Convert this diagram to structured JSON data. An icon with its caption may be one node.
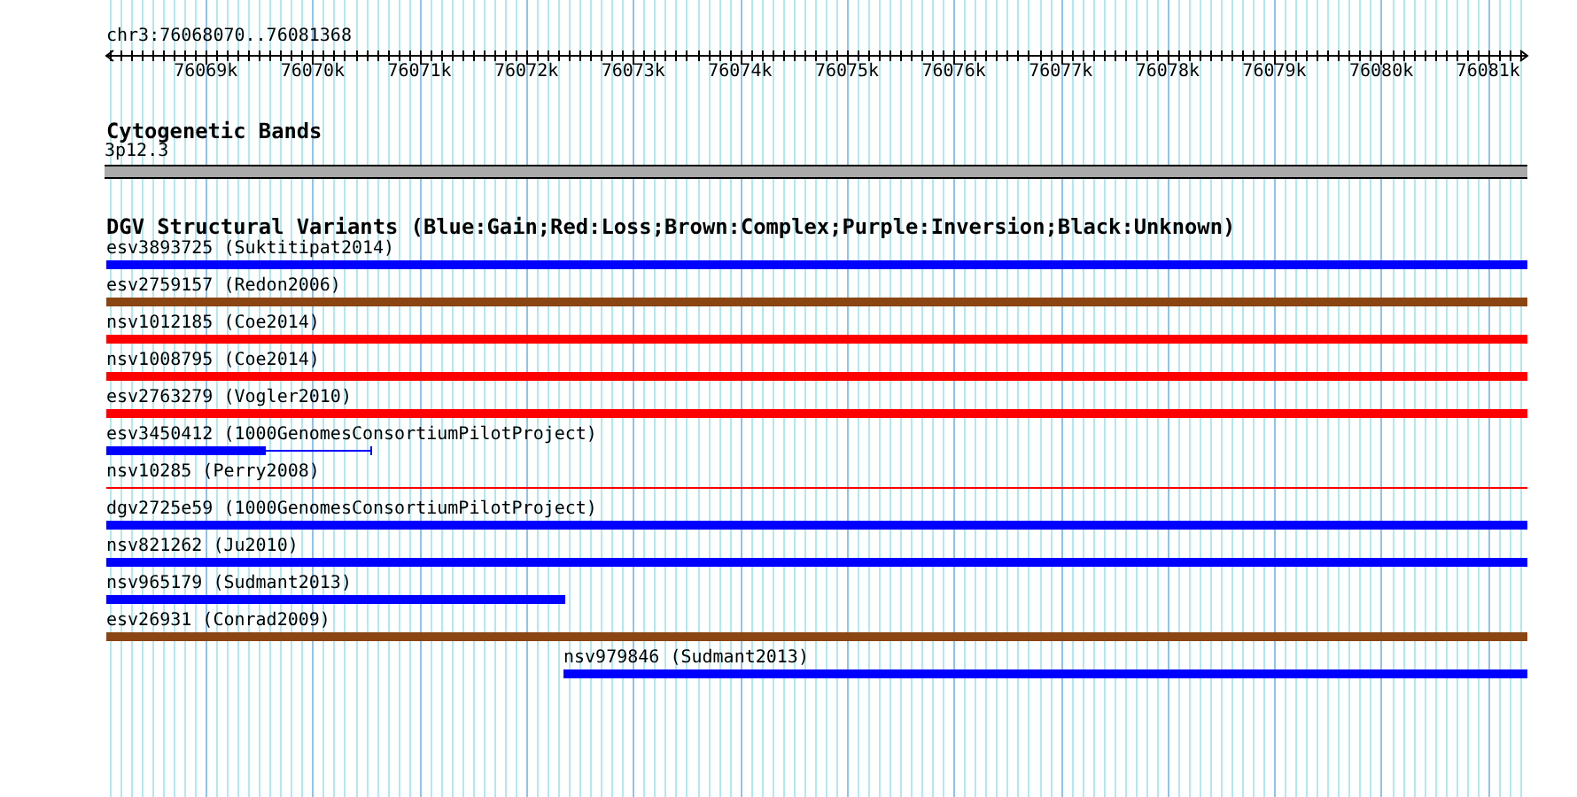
{
  "diagram": {
    "title": "chr3:76068070..76081368",
    "nodes": [
      {
        "text": [
          "3p12.3"
        ]
      },
      {
        "text": [
          "esv3893725 (Suktitipat2014)"
        ]
      },
      {
        "text": [
          "esv2759157 (Redon2006)"
        ]
      },
      {
        "text": [
          "nsv1012185 (Coe2014)"
        ]
      },
      {
        "text": [
          "nsv1008795 (Coe2014)"
        ]
      },
      {
        "text": [
          "esv2763279 (Vogler2010)"
        ]
      },
      {
        "text": [
          "esv3450412 (1000GenomesConsortiumPilotProject)"
        ]
      },
      {
        "text": [
          "nsv10285 (Perry2008)"
        ]
      },
      {
        "text": [
          "dgv2725e59 (1000GenomesConsortiumPilotProject)"
        ]
      },
      {
        "text": [
          "nsv821262 (Ju2010)"
        ]
      },
      {
        "text": [
          "nsv965179 (Sudmant2013)"
        ]
      },
      {
        "text": [
          "esv26931 (Conrad2009)"
        ]
      },
      {
        "text": [
          "nsv979846 (Sudmant2013)"
        ]
      }
    ],
    "labels": [
      "76069k",
      "76070k",
      "76071k",
      "76072k",
      "76073k",
      "76074k",
      "76075k",
      "76076k",
      "76077k",
      "76078k",
      "76079k",
      "76080k",
      "76081k",
      "Cytogenetic Bands",
      "DGV Structural Variants (Blue:Gain;Red:Loss;Brown:Complex;Purple:Inversion;Black:Unknown)"
    ]
  }
}
